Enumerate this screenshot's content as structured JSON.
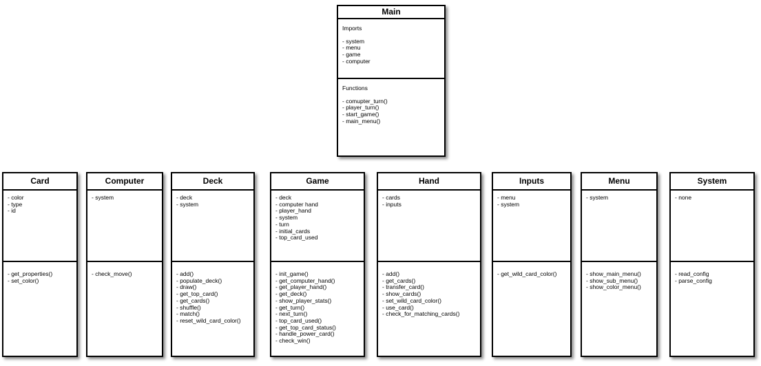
{
  "diagram": {
    "main_class": {
      "title": "Main",
      "sections": [
        {
          "label": "Imports",
          "lines": [
            "- system",
            "- menu",
            "- game",
            "- computer"
          ]
        },
        {
          "label": "Functions",
          "lines": [
            "- comupter_turn()",
            "- player_turn()",
            "- start_game()",
            "- main_menu()"
          ]
        }
      ]
    },
    "classes": [
      {
        "title": "Card",
        "attributes": [
          "- color",
          "- type",
          "- id"
        ],
        "methods": [
          "- get_properties()",
          "- set_color()"
        ]
      },
      {
        "title": "Computer",
        "attributes": [
          "- system"
        ],
        "methods": [
          "- check_move()"
        ]
      },
      {
        "title": "Deck",
        "attributes": [
          "- deck",
          "- system"
        ],
        "methods": [
          "- add()",
          "- populate_deck()",
          "- draw()",
          "- get_top_card()",
          "- get_cards()",
          "- shuffle()",
          "- match()",
          "- reset_wild_card_color()"
        ]
      },
      {
        "title": "Game",
        "attributes": [
          "- deck",
          "- computer hand",
          "- player_hand",
          "- system",
          "- turn",
          "- initial_cards",
          "- top_card_used"
        ],
        "methods": [
          "- init_game()",
          "- get_computer_hand()",
          "- get_player_hand()",
          "- get_deck()",
          "- show_player_stats()",
          "- get_turn()",
          "- next_turn()",
          "- top_card_used()",
          "- get_top_card_status()",
          "- handle_power_card()",
          "- check_win()"
        ]
      },
      {
        "title": "Hand",
        "attributes": [
          "- cards",
          "- inputs"
        ],
        "methods": [
          "- add()",
          "- get_cards()",
          "- transfer_card()",
          "- show_cards()",
          "- set_wild_card_color()",
          "- use_card()",
          "- check_for_matching_cards()"
        ]
      },
      {
        "title": "Inputs",
        "attributes": [
          "- menu",
          "- system"
        ],
        "methods": [
          "- get_wild_card_color()"
        ]
      },
      {
        "title": "Menu",
        "attributes": [
          "- system"
        ],
        "methods": [
          "- show_main_menu()",
          "- show_sub_menu()",
          "- show_color_menu()"
        ]
      },
      {
        "title": "System",
        "attributes": [
          "- none"
        ],
        "methods": [
          "- read_config",
          "- parse_config"
        ]
      }
    ],
    "colors": {
      "border": "#000000",
      "background": "#ffffff",
      "text": "#000000"
    }
  }
}
